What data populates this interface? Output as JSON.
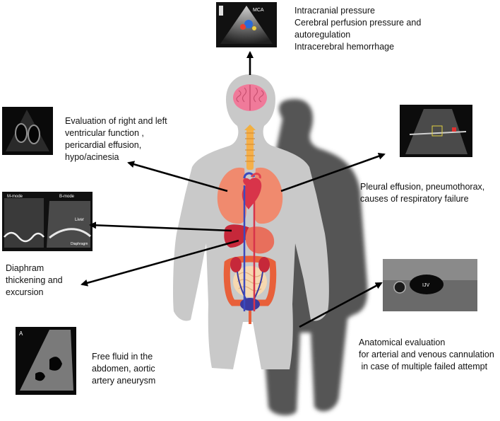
{
  "labels": {
    "brain": [
      "Intracranial pressure",
      "Cerebral perfusion pressure and",
      "autoregulation",
      "Intracerebral hemorrhage"
    ],
    "heart": [
      "Evaluation of right and left",
      "ventricular function ,",
      "pericardial effusion,",
      "hypo/acinesia"
    ],
    "lung": [
      "Pleural effusion, pneumothorax,",
      "causes of respiratory failure"
    ],
    "diaphragm": [
      "Diaphram",
      "thickening and",
      "excursion"
    ],
    "abdomen": [
      "Free fluid in the",
      "abdomen, aortic",
      "artery aneurysm"
    ],
    "vessels": [
      "Anatomical evaluation",
      "for arterial  and venous cannulation",
      " in case of multiple failed attempt"
    ]
  },
  "ultrasound_tags": {
    "diaphragm_left": "M-mode",
    "diaphragm_right": "B-mode",
    "diaphragm_liver": "Liver",
    "diaphragm_dome": "Diaphragm",
    "vessel_vein": "IJV",
    "abdomen_panel": "A",
    "brain_panel": "MCA"
  },
  "colors": {
    "body_fill": "#c9c9c9",
    "shadow_fill": "#5a5a5a",
    "brain": "#f07a9a",
    "lung": "#f08a6e",
    "heart": "#d8344a",
    "liver": "#c6283a",
    "stomach": "#e86f5c",
    "intestine_large": "#e8603a",
    "intestine_small": "#f6d8b0",
    "bladder": "#3a3aa0",
    "arrow": "#000000"
  }
}
